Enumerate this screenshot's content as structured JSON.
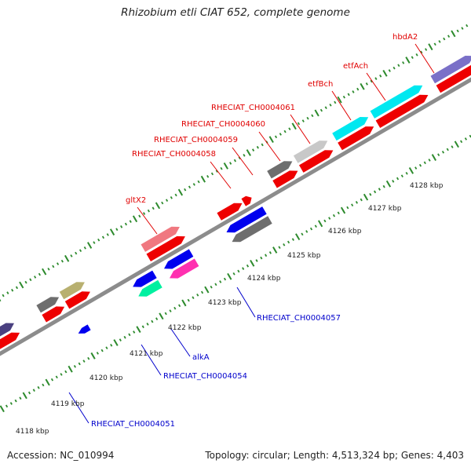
{
  "title": "Rhizobium etli CIAT 652, complete genome",
  "footer": {
    "accession": "Accession: NC_010994",
    "topology": "Topology: circular; Length: 4,513,324 bp; Genes: 4,403"
  },
  "colors": {
    "backbone": "#8c8c8c",
    "tick": "#2e8b2e",
    "label_red": "#e00000",
    "label_blue": "#0000cc",
    "gene_red": "#ee0000",
    "gene_gray": "#6e6e6e",
    "gene_lightgray": "#c8c8c8",
    "gene_cyan": "#00e8f0",
    "gene_purple": "#7a70c8",
    "gene_darkpurple": "#4a4080",
    "gene_olive": "#b8b070",
    "gene_pink": "#f07880",
    "gene_blue": "#0000ee",
    "gene_magenta": "#ff30b0",
    "gene_teal": "#00f0a0"
  },
  "scale_labels": [
    "4118 kbp",
    "4119 kbp",
    "4120 kbp",
    "4121 kbp",
    "4122 kbp",
    "4123 kbp",
    "4124 kbp",
    "4125 kbp",
    "4126 kbp",
    "4127 kbp",
    "4128 kbp"
  ],
  "gene_labels_forward": [
    "gltX2",
    "RHECIAT_CH0004058",
    "RHECIAT_CH0004059",
    "RHECIAT_CH0004060",
    "RHECIAT_CH0004061",
    "etfBch",
    "etfAch",
    "hbdA2"
  ],
  "gene_labels_reverse": [
    "RHECIAT_CH0004051",
    "RHECIAT_CH0004054",
    "alkA",
    "RHECIAT_CH0004057"
  ]
}
